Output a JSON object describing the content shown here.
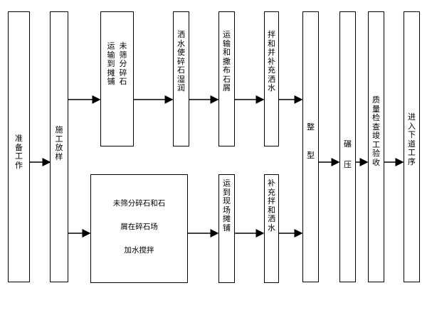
{
  "steps": {
    "prep": "准备工作",
    "construct": "施工放样",
    "top1_l1": "未筛分碎石",
    "top1_l2": "运输到摊铺",
    "top2": "洒水使碎石湿润",
    "top3": "运输和撒布石屑",
    "top4": "拌和并补充洒水",
    "bottom1_l1": "未筛分碎石和石",
    "bottom1_l2": "屑在碎石场",
    "bottom1_l3": "加水搅拌",
    "bottom2": "运到现场摊铺",
    "bottom3": "补充拌和洒水",
    "shape_a": "整",
    "shape_b": "型",
    "roll": "碾压",
    "qc": "质量检查竣工验收",
    "next": "进入下道工序"
  },
  "line_color": "#000000"
}
